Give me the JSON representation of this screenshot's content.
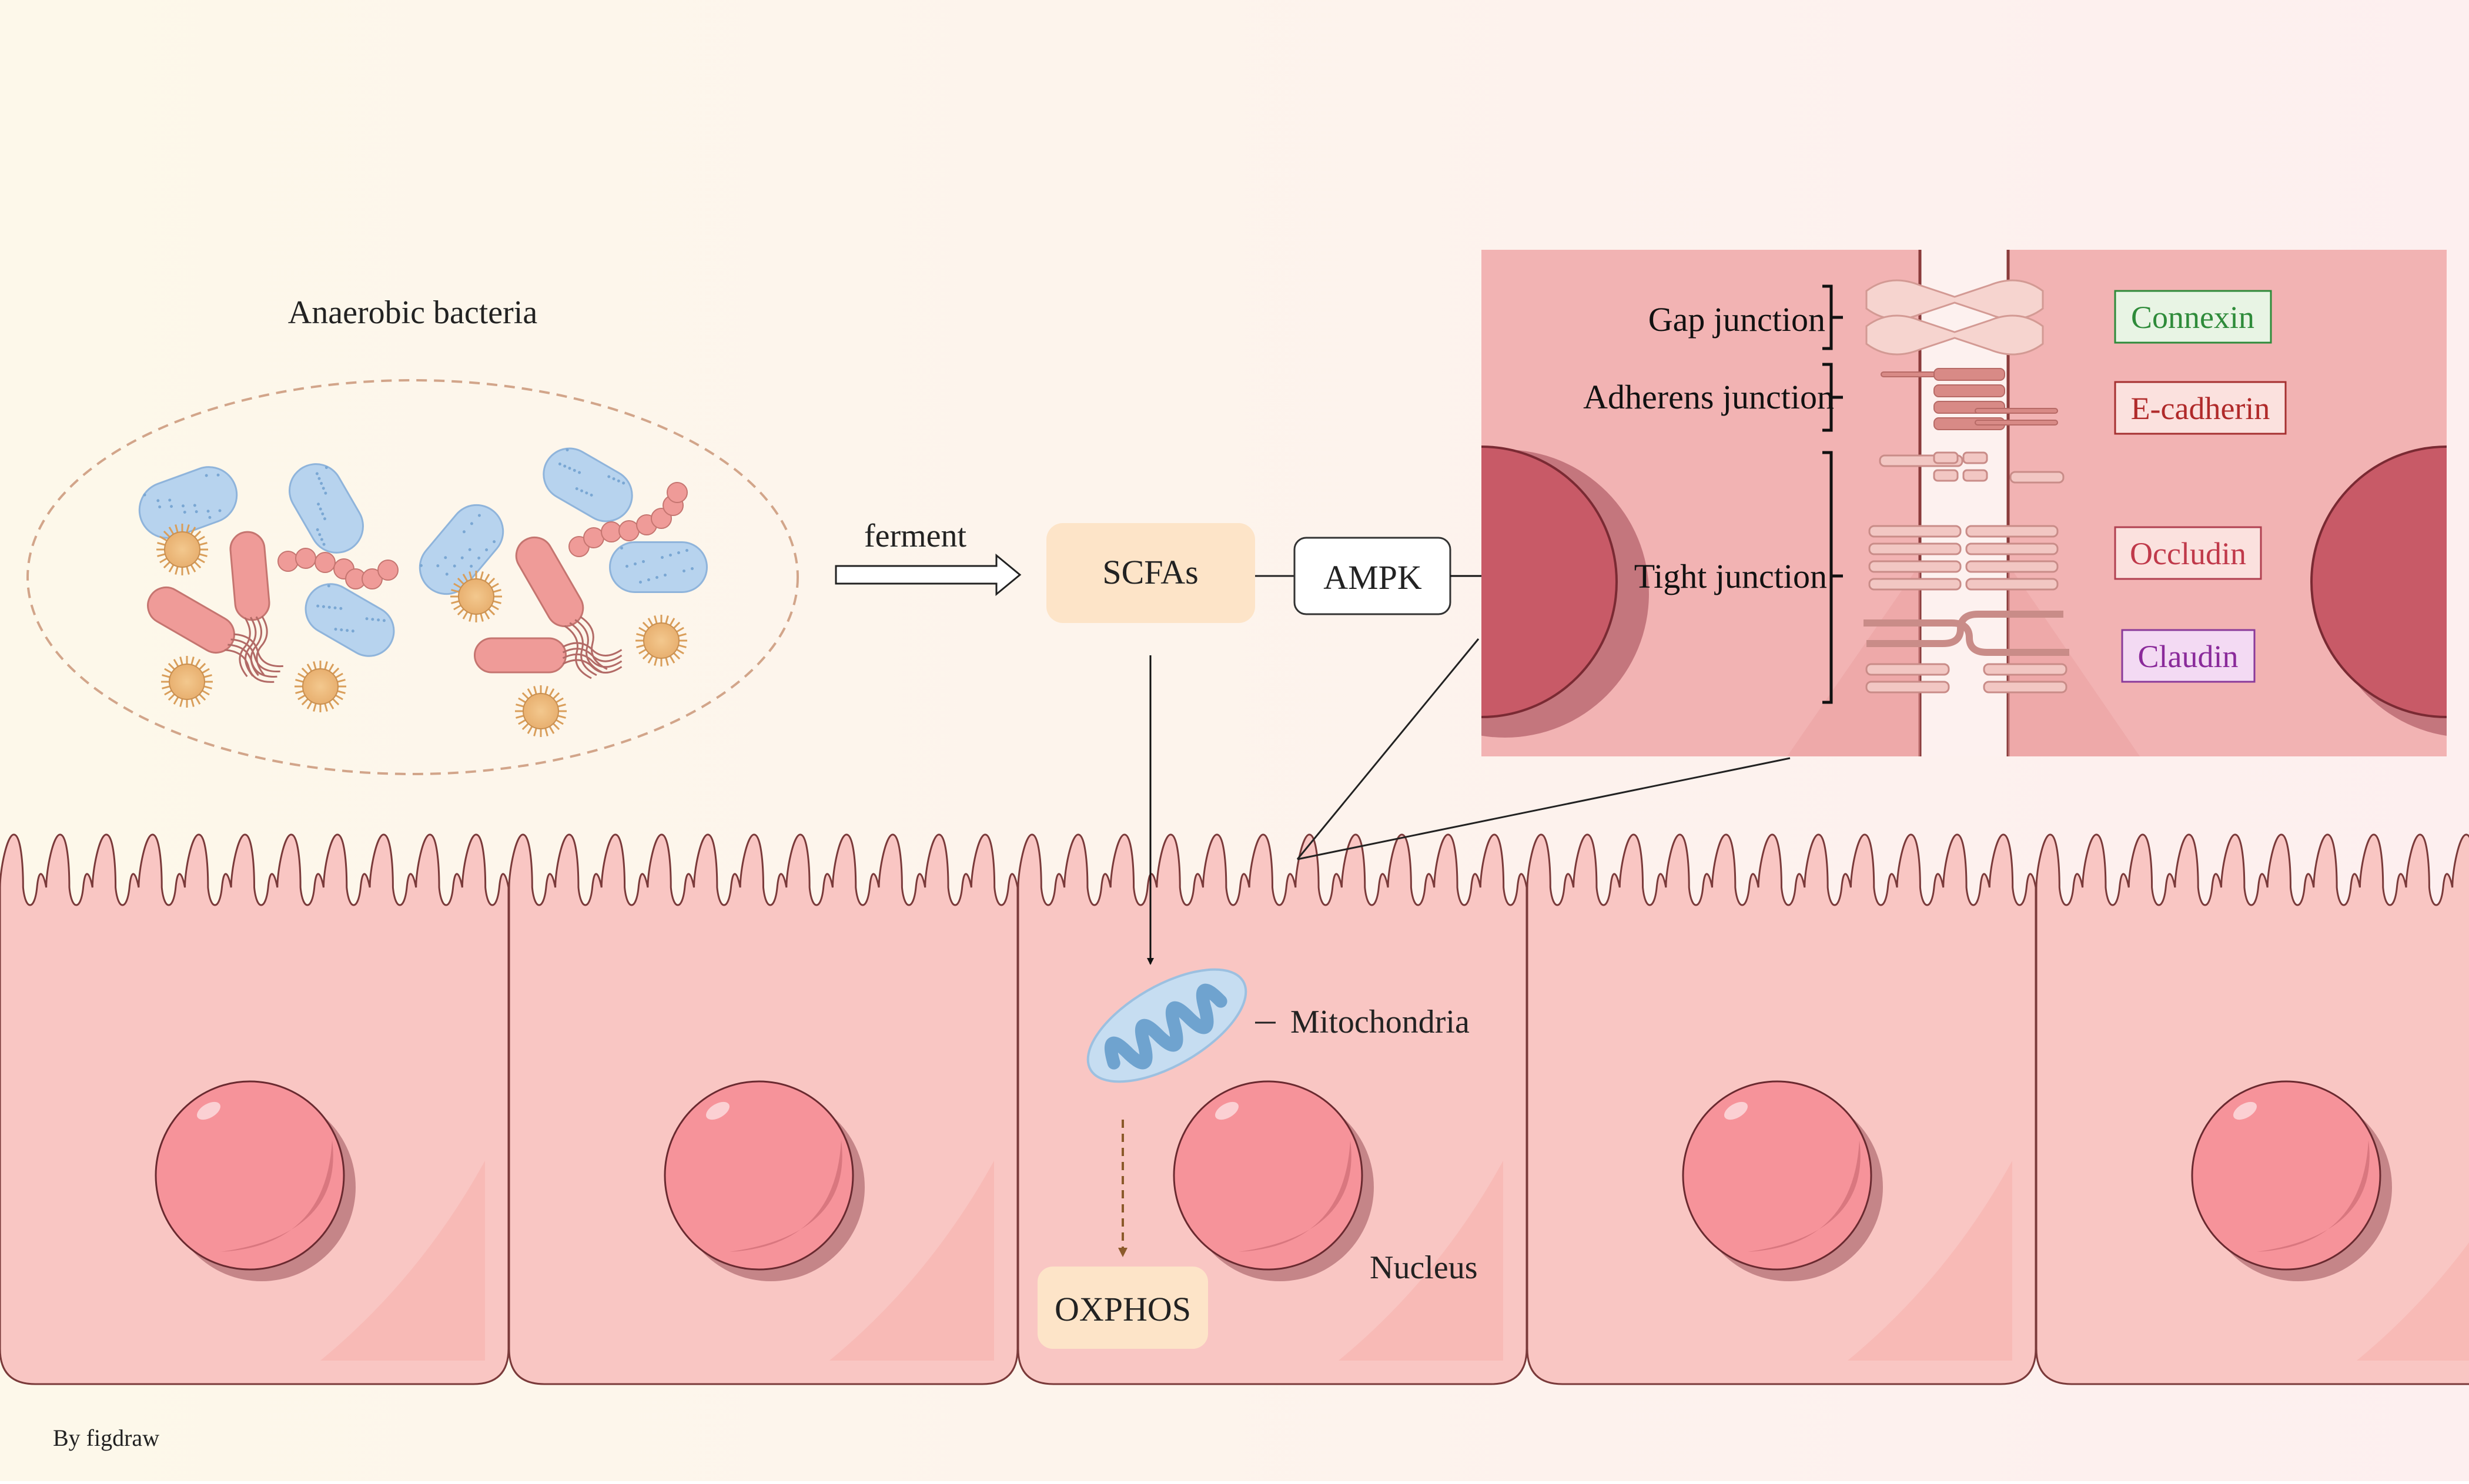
{
  "labels": {
    "bacteria_title": "Anaerobic bacteria",
    "ferment": "ferment",
    "scfas": "SCFAs",
    "ampk": "AMPK",
    "mitochondria": "Mitochondria",
    "oxphos": "OXPHOS",
    "nucleus": "Nucleus",
    "credit": "By figdraw"
  },
  "junctions": {
    "gap": "Gap junction",
    "adherens": "Adherens junction",
    "tight": "Tight junction"
  },
  "proteins": {
    "connexin": "Connexin",
    "ecadherin": "E-cadherin",
    "occludin": "Occludin",
    "claudin": "Claudin"
  },
  "colors": {
    "cell_fill": "#f9c6c3",
    "nucleus": "#f6939a",
    "inset_bg": "#f2b3b3",
    "bacteria_blue": "#b7d3ee",
    "bacteria_red": "#ef9b98",
    "cocci": "#f0c690",
    "scfas_box": "#fde4c8",
    "connexin_text": "#2e8b3a",
    "ecadherin_text": "#b02a2a",
    "occludin_text": "#c0394a",
    "claudin_text": "#8a2a9a"
  }
}
